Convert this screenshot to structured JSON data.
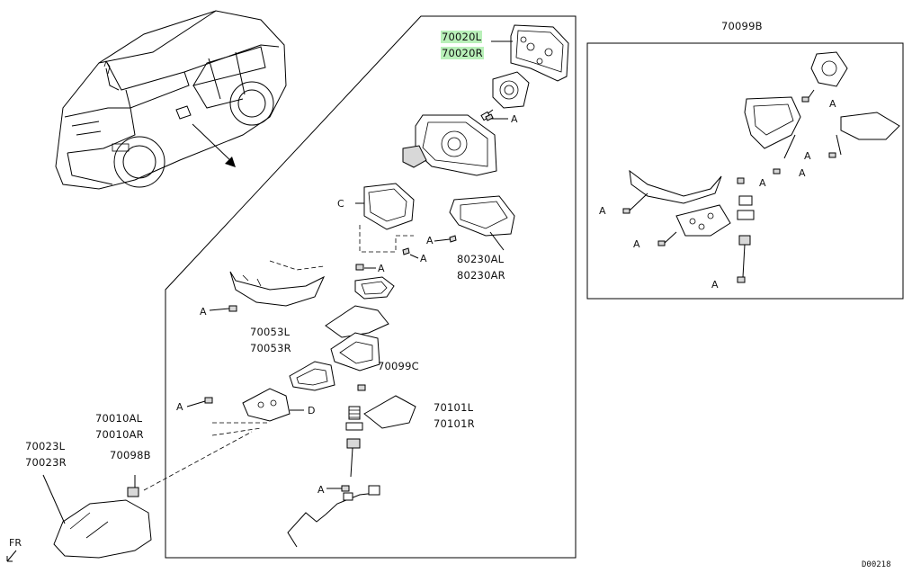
{
  "diagram_code": "D00218",
  "direction_label": "FR",
  "callout_letter": "A",
  "labels": {
    "p70020L": "70020L",
    "p70020R": "70020R",
    "p70099B": "70099B",
    "p80230AL": "80230AL",
    "p80230AR": "80230AR",
    "p70053L": "70053L",
    "p70053R": "70053R",
    "p70099C": "70099C",
    "p70101L": "70101L",
    "p70101R": "70101R",
    "p70010AL": "70010AL",
    "p70010AR": "70010AR",
    "p70098B": "70098B",
    "p70023L": "70023L",
    "p70023R": "70023R",
    "c_C": "C",
    "c_D": "D"
  },
  "highlight_color": "#b9f0b9"
}
